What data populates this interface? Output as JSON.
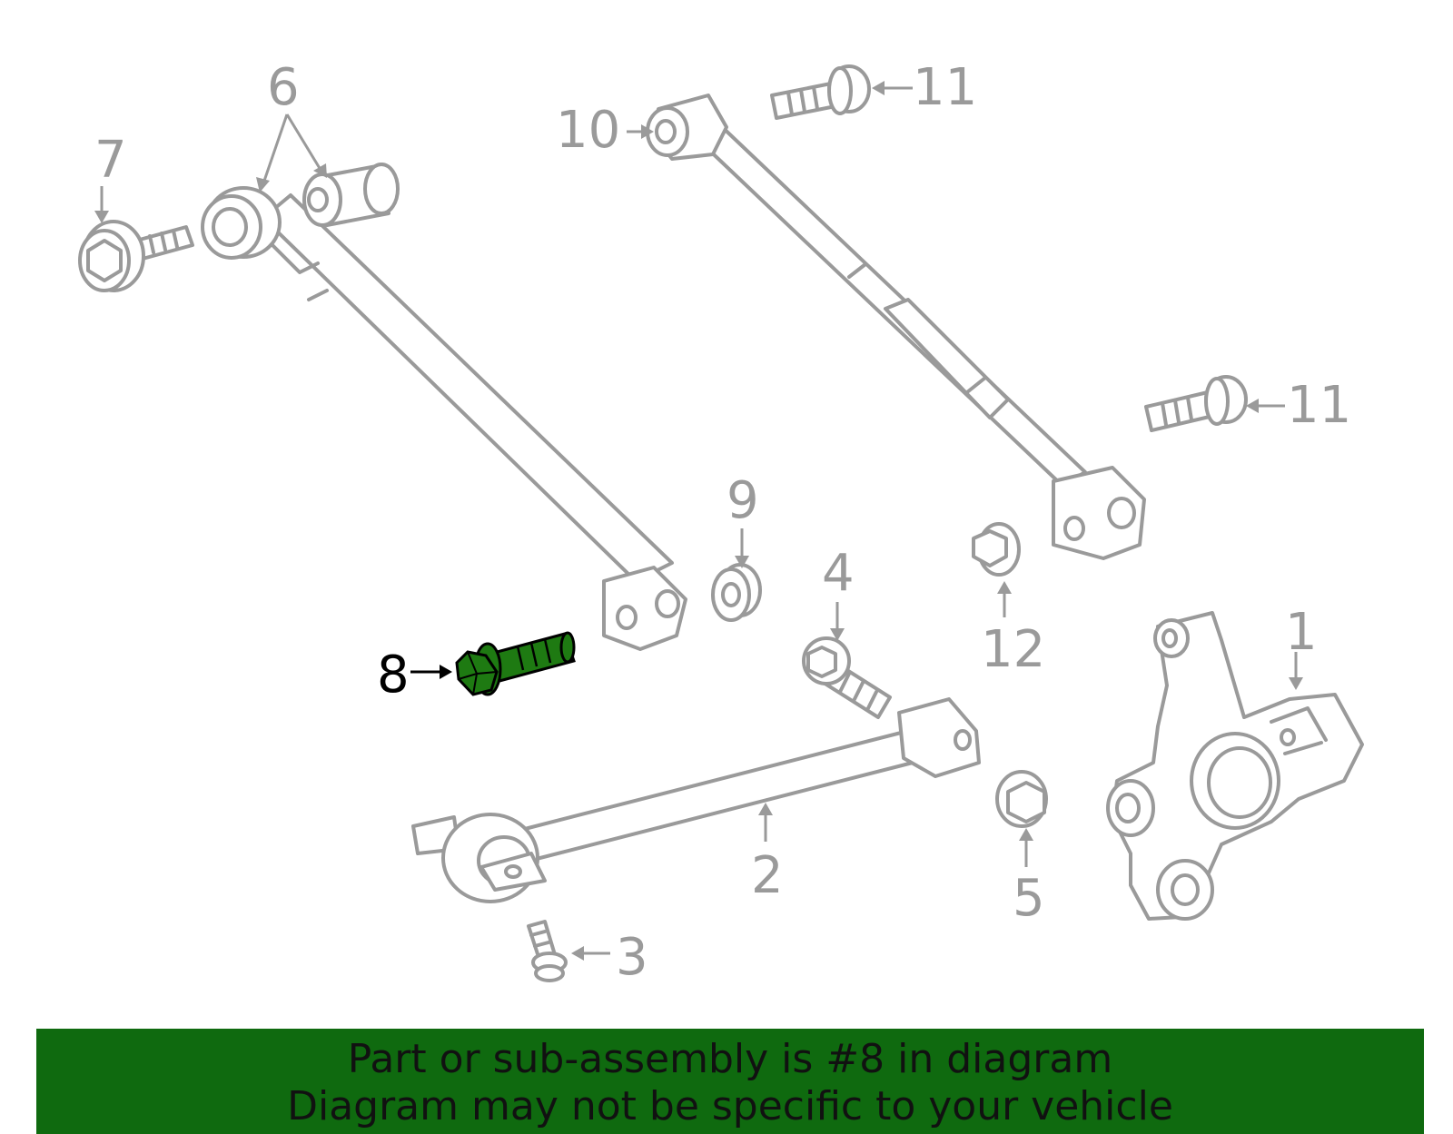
{
  "callouts": {
    "c1": "1",
    "c2": "2",
    "c3": "3",
    "c4": "4",
    "c5": "5",
    "c6": "6",
    "c7": "7",
    "c8": "8",
    "c9": "9",
    "c10": "10",
    "c11a": "11",
    "c11b": "11",
    "c12": "12"
  },
  "highlight_color": "#1e7a12",
  "banner": {
    "line1": "Part or sub-assembly is #8 in diagram",
    "line2": "Diagram may not be specific to your vehicle",
    "background": "#0f6a0f"
  }
}
